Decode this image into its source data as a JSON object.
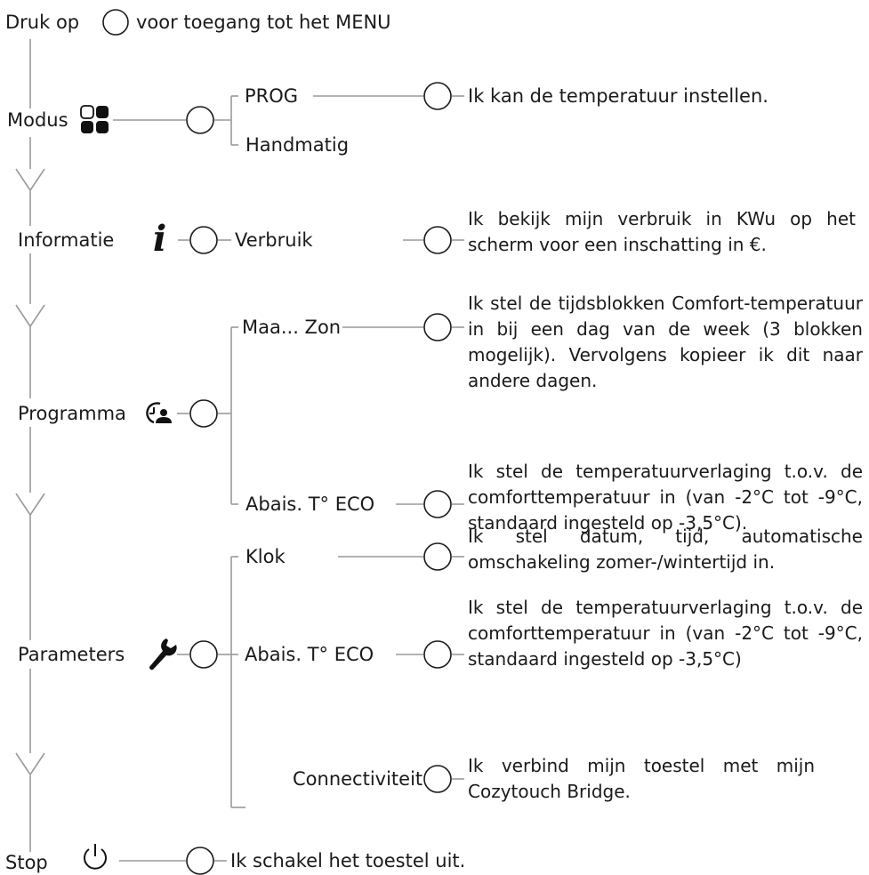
{
  "header": {
    "prefix": "Druk op",
    "suffix": "voor toegang tot het MENU"
  },
  "menu": [
    {
      "label": "Modus",
      "icon": "modes-grid-icon"
    },
    {
      "label": "Informatie",
      "icon": "info-i-icon"
    },
    {
      "label": "Programma",
      "icon": "program-clock-person-icon"
    },
    {
      "label": "Parameters",
      "icon": "wrench-icon"
    },
    {
      "label": "Stop",
      "icon": "power-icon"
    }
  ],
  "options": {
    "prog": "PROG",
    "handmatig": "Handmatig",
    "verbruik": "Verbruik",
    "maa_zon": "Maa... Zon",
    "abais_eco_prog": "Abais. T° ECO",
    "klok": "Klok",
    "abais_eco_param": "Abais. T° ECO",
    "connectiviteit": "Connectiviteit"
  },
  "descriptions": {
    "prog": "Ik kan de temperatuur instellen.",
    "verbruik": "Ik bekijk mijn verbruik in KWu op het scherm voor een inschatting in €.",
    "maa_zon": "Ik stel de tijdsblokken Comfort-temperatuur in bij een dag van de week (3 blokken mogelijk). Vervolgens kopieer ik dit naar andere dagen.",
    "abais_eco_prog": "Ik stel de temperatuurverlaging t.o.v. de comforttemperatuur in (van -2°C tot -9°C, standaard ingesteld op -3,5°C).",
    "klok": "Ik stel datum, tijd, automatische omschakeling zomer-/wintertijd in.",
    "abais_eco_param": "Ik stel de temperatuurverlaging t.o.v. de comforttemperatuur in (van -2°C tot -9°C, standaard ingesteld op -3,5°C)",
    "connectiviteit": "Ik verbind mijn toestel met mijn Cozytouch Bridge.",
    "stop": "Ik schakel het toestel uit."
  }
}
